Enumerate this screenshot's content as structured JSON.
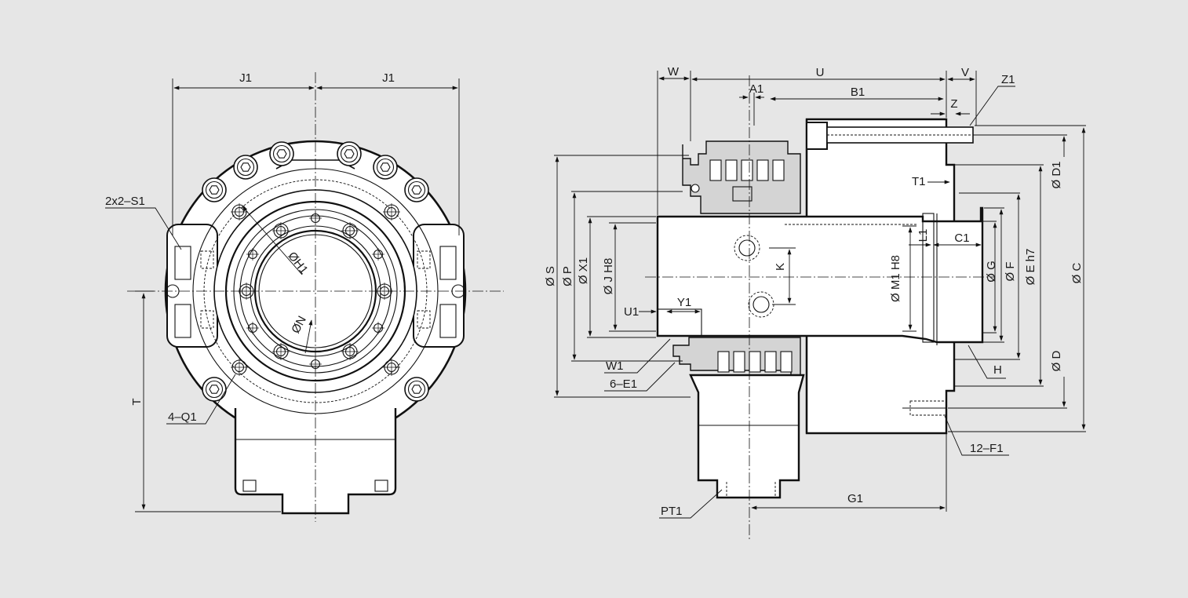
{
  "front_view": {
    "labels": {
      "j1_left": "J1",
      "j1_right": "J1",
      "s1": "2x2–S1",
      "h1": "ØH1",
      "n": "ØN",
      "q1": "4–Q1",
      "t": "T"
    }
  },
  "side_view": {
    "labels": {
      "w": "W",
      "u": "U",
      "v": "V",
      "a1": "A1",
      "b1": "B1",
      "z": "Z",
      "z1": "Z1",
      "t1": "T1",
      "d1": "Ø D1",
      "l1": "L1",
      "c1": "C1",
      "k": "K",
      "s": "Ø S",
      "p": "Ø P",
      "x1": "Ø X1",
      "j": "Ø J H8",
      "m1": "Ø M1 H8",
      "g": "Ø G",
      "f": "Ø F",
      "e": "Ø E h7",
      "c": "Ø C",
      "d": "Ø D",
      "u1": "U1",
      "y1": "Y1",
      "w1": "W1",
      "e1": "6–E1",
      "h": "H",
      "f1": "12–F1",
      "g1": "G1",
      "pt1": "PT1"
    }
  }
}
